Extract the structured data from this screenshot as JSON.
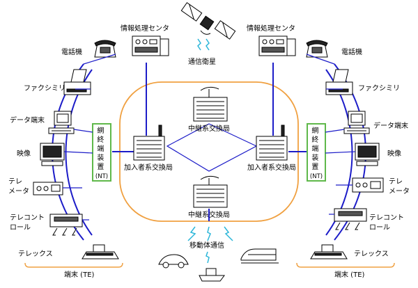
{
  "labels": {
    "satellite": "通信衛星",
    "info_center_left": "情報処理センタ",
    "info_center_right": "情報処理センタ",
    "relay_top": "中継系交換局",
    "relay_bottom": "中継系交換局",
    "subscriber_left": "加入者系交換局",
    "subscriber_right": "加入者系交換局",
    "mobile": "移動体通信",
    "nt_left_lines": [
      "網",
      "終",
      "端",
      "装",
      "置",
      "(NT)"
    ],
    "nt_right_lines": [
      "網",
      "終",
      "端",
      "装",
      "置",
      "(NT)"
    ],
    "terminal_left": "端末 (TE)",
    "terminal_right": "端末 (TE)"
  },
  "devices_left": {
    "phone": "電話機",
    "fax": "ファクシミリ",
    "data": "データ端末",
    "video": "映像",
    "telemeter_1": "テレ",
    "telemeter_2": "メータ",
    "telecontrol_1": "テレコント",
    "telecontrol_2": "ロール",
    "telex": "テレックス"
  },
  "devices_right": {
    "phone": "電話機",
    "fax": "ファクシミリ",
    "data": "データ端末",
    "video": "映像",
    "telemeter_1": "テレ",
    "telemeter_2": "メータ",
    "telecontrol_1": "テレコント",
    "telecontrol_2": "ロール",
    "telex": "テレックス"
  },
  "colors": {
    "line": "#1c1cc8",
    "network_boundary": "#f0a040",
    "nt_border": "#5fb84a",
    "radio_waves": "#2bb6d9"
  }
}
